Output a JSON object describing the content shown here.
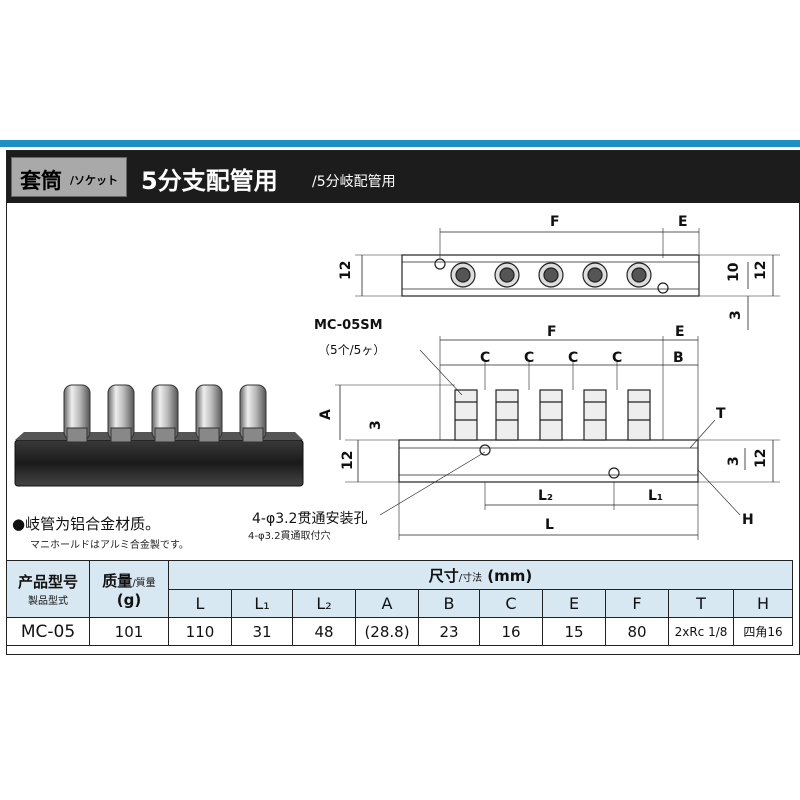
{
  "header": {
    "tag_main": "套筒",
    "tag_sub": "/ソケット",
    "title_main": "5分支配管用",
    "title_sub": "/5分岐配管用"
  },
  "drawing": {
    "dims_top": {
      "F": "F",
      "E": "E",
      "h12": "12",
      "h10": "10",
      "h12b": "12",
      "d3": "3"
    },
    "dims_front": {
      "F": "F",
      "E": "E",
      "C": "C",
      "B": "B",
      "A": "A",
      "d3a": "3",
      "h12": "12",
      "d3b": "3",
      "h12b": "12",
      "L2": "L₂",
      "L1": "L₁",
      "L": "L",
      "T": "T",
      "H": "H"
    },
    "model_label": "MC-05SM",
    "model_count": "（5个/5ヶ）"
  },
  "notes": {
    "material_cn": "●岐管为铝合金材质。",
    "material_jp": "マニホールドはアルミ合金製です。",
    "holes_cn": "4-φ3.2贯通安装孔",
    "holes_jp": "4-φ3.2貫通取付穴"
  },
  "table": {
    "col_model_main": "产品型号",
    "col_model_sub": "製品型式",
    "col_mass_main": "质量",
    "col_mass_slash": "/質量",
    "col_mass_unit": "(g)",
    "dim_group_main": "尺寸",
    "dim_group_sub": "/寸法",
    "dim_group_unit": "(mm)",
    "dim_headers": [
      "L",
      "L₁",
      "L₂",
      "A",
      "B",
      "C",
      "E",
      "F",
      "T",
      "H"
    ],
    "row": {
      "model": "MC-05",
      "mass": "101",
      "values": [
        "110",
        "31",
        "48",
        "(28.8)",
        "23",
        "16",
        "15",
        "80",
        "2xRc 1/8",
        "四角16"
      ]
    }
  }
}
